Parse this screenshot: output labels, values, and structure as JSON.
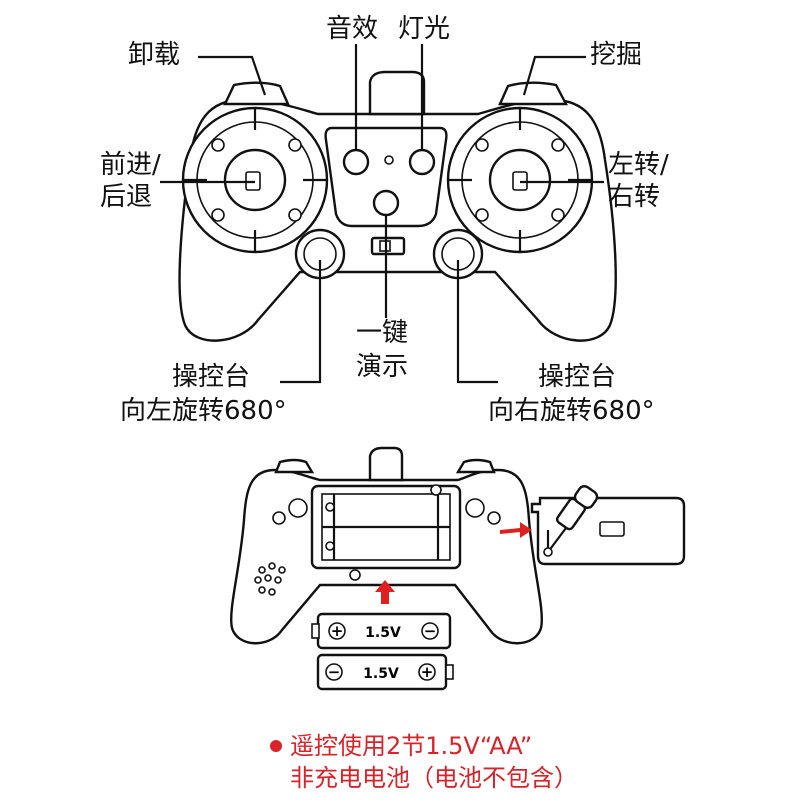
{
  "labels": {
    "unload": "卸载",
    "sound": "音效",
    "light": "灯光",
    "dig": "挖掘",
    "forward_back_1": "前进/",
    "forward_back_2": "后退",
    "turn_1": "左转/",
    "turn_2": "右转",
    "demo_1": "一键",
    "demo_2": "演示",
    "left_rotate_1": "操控台",
    "left_rotate_2": "向左旋转680°",
    "right_rotate_1": "操控台",
    "right_rotate_2": "向右旋转680°"
  },
  "batteries": [
    {
      "label": "1.5V",
      "left_sign": "+",
      "right_sign": "−"
    },
    {
      "label": "1.5V",
      "left_sign": "−",
      "right_sign": "+"
    }
  ],
  "note": {
    "line1": "遥控使用2节1.5V“AA”",
    "line2": "非充电电池（电池不包含）"
  },
  "colors": {
    "line": "#111111",
    "note_red": "#d8232a",
    "arrow_red": "#e02020"
  }
}
